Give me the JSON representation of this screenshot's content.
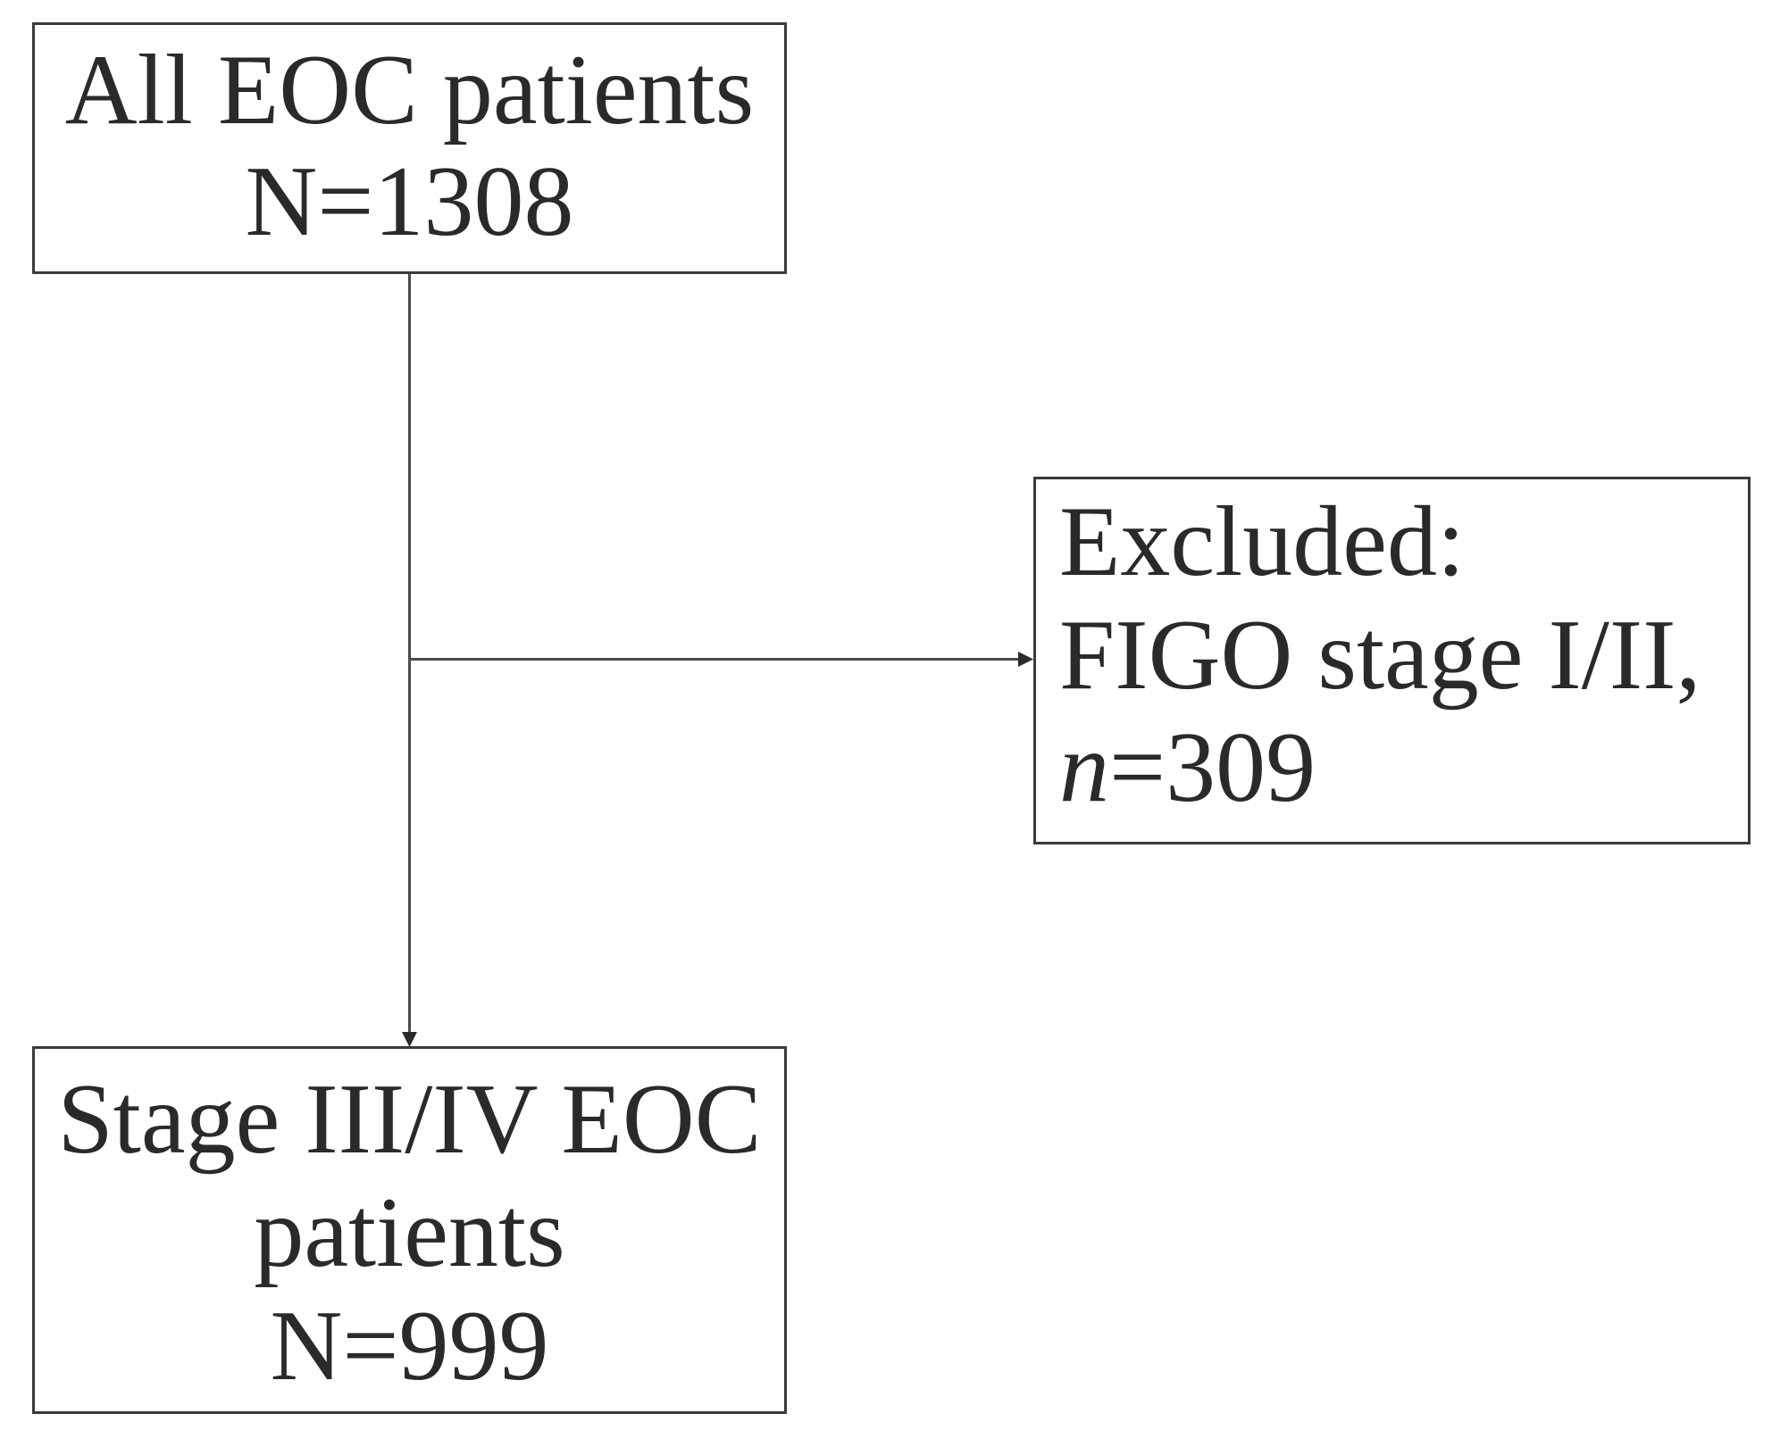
{
  "diagram": {
    "type": "flowchart",
    "colors": {
      "line": "#4a4a4a",
      "border": "#3a3a3a",
      "text": "#2a2a2a",
      "background": "#ffffff"
    },
    "nodes": {
      "all_patients": {
        "lines": [
          "All EOC patients",
          "N=1308"
        ]
      },
      "excluded": {
        "title": "Excluded:",
        "reason": "FIGO stage I/II,",
        "count_var": "n",
        "count_rest": "=309"
      },
      "stage_3_4": {
        "lines": [
          "Stage III/IV EOC",
          "patients",
          "N=999"
        ]
      }
    },
    "edges": [
      {
        "from": "all_patients",
        "to": "stage_3_4",
        "style": "arrow"
      },
      {
        "from": "all_patients",
        "to": "excluded",
        "style": "arrow-branch"
      }
    ]
  }
}
